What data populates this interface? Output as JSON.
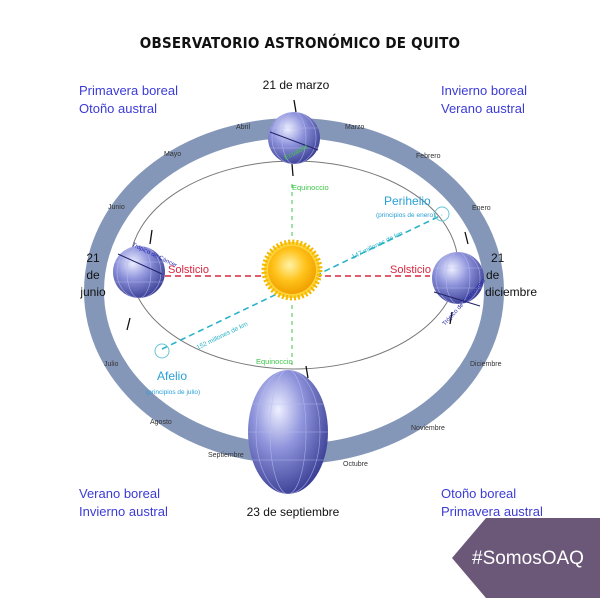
{
  "title": "OBSERVATORIO ASTRONÓMICO DE QUITO",
  "seasons": {
    "top_left": [
      "Primavera boreal",
      "Otoño austral"
    ],
    "top_right": [
      "Invierno boreal",
      "Verano austral"
    ],
    "bottom_left": [
      "Verano boreal",
      "Invierno austral"
    ],
    "bottom_right": [
      "Otoño boreal",
      "Primavera austral"
    ]
  },
  "months": [
    "Abril",
    "Marzo",
    "Mayo",
    "Febrero",
    "Junio",
    "Enero",
    "Julio",
    "Diciembre",
    "Agosto",
    "Noviembre",
    "Septiembre",
    "Octubre"
  ],
  "positions": {
    "top": "21 de marzo",
    "bottom": "23 de septiembre",
    "left": [
      "21",
      "de",
      "junio"
    ],
    "right": [
      "21",
      "de",
      "diciembre"
    ]
  },
  "labels": {
    "equinox_top": "Equinoccio",
    "equinox_bottom": "Equinoccio",
    "solstice_left": "Solsticio",
    "solstice_right": "Solsticio",
    "perihelion": "Perihelio",
    "perihelion_note": "(principios de enero)",
    "aphelion": "Afelio",
    "aphelion_note": "(principios de julio)",
    "distance_near": "147 millones de km",
    "distance_far": "152 millones de km",
    "equator": "Ecuador",
    "tropic_cancer": "Trópico de Cáncer",
    "tropic_capricorn": "Trópico de Capricornio"
  },
  "badge": "#SomosOAQ",
  "colors": {
    "ring": "#8597b8",
    "ring_text": "#333333",
    "season_text": "#3b3bd6",
    "solstice_line": "#d9263f",
    "perihelion_line": "#29b3c9",
    "equinox_line": "#3fc44a",
    "perihelion_text": "#2a9fd6",
    "sun": "#f5b800",
    "earth": "#7a7fcf",
    "badge_bg": "#6b5778"
  }
}
